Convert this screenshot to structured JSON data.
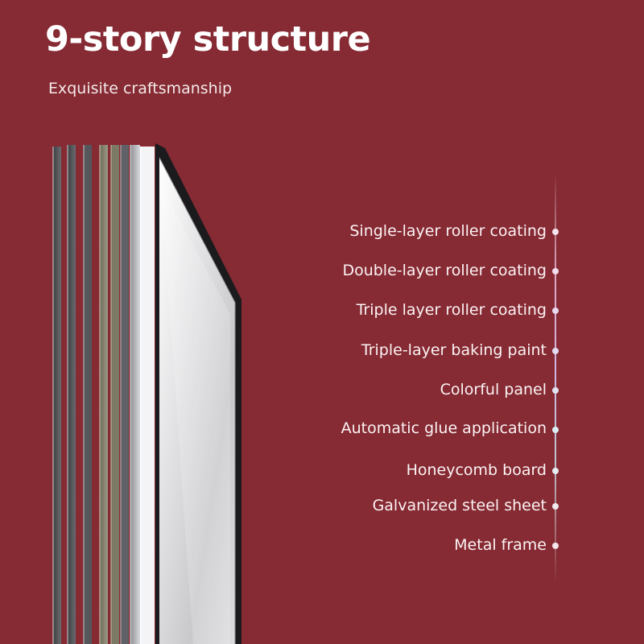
{
  "header": {
    "title": "9-story structure",
    "subtitle": "Exquisite craftsmanship"
  },
  "layers": [
    {
      "label": "Single-layer roller coating",
      "dot_color": "#f3e6ee"
    },
    {
      "label": "Double-layer roller coating",
      "dot_color": "#f0dcec"
    },
    {
      "label": "Triple layer roller coating",
      "dot_color": "#e9d8f1"
    },
    {
      "label": "Triple-layer baking paint",
      "dot_color": "#e2dcf3"
    },
    {
      "label": "Colorful panel",
      "dot_color": "#dfe3f4"
    },
    {
      "label": "Automatic glue application",
      "dot_color": "#dbeef5"
    },
    {
      "label": "Honeycomb board",
      "dot_color": "#e6eef2"
    },
    {
      "label": "Galvanized steel sheet",
      "dot_color": "#f0eaee"
    },
    {
      "label": "Metal frame",
      "dot_color": "#f4e6ea"
    }
  ],
  "colors": {
    "background": "#862a33",
    "text": "#ffffff"
  }
}
